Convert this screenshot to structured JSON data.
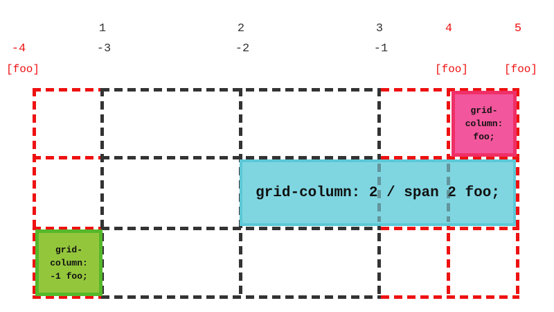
{
  "colors": {
    "red": "#ee1111",
    "dark": "#333333",
    "pink_fill": "#f2569c",
    "pink_border": "#ef2f67",
    "green_fill": "#94c63c",
    "green_border": "#55b82a",
    "cyan_fill": "#7fd6e1",
    "cyan_border": "#5cc8d6"
  },
  "line_labels": {
    "positive": {
      "l1": "1",
      "l2": "2",
      "l3": "3",
      "l4": "4",
      "l5": "5"
    },
    "negative": {
      "m4": "-4",
      "m3": "-3",
      "m2": "-2",
      "m1": "-1"
    },
    "named": {
      "left": "[foo]",
      "mid": "[foo]",
      "right": "[foo]"
    }
  },
  "items": {
    "foo_item": {
      "line1": "grid-",
      "line2": "column:",
      "line3": "foo;"
    },
    "span_item": {
      "label": "grid-column: 2 / span 2 foo;"
    },
    "negative_item": {
      "line1": "grid-",
      "line2": "column:",
      "line3": "-1 foo;"
    }
  }
}
